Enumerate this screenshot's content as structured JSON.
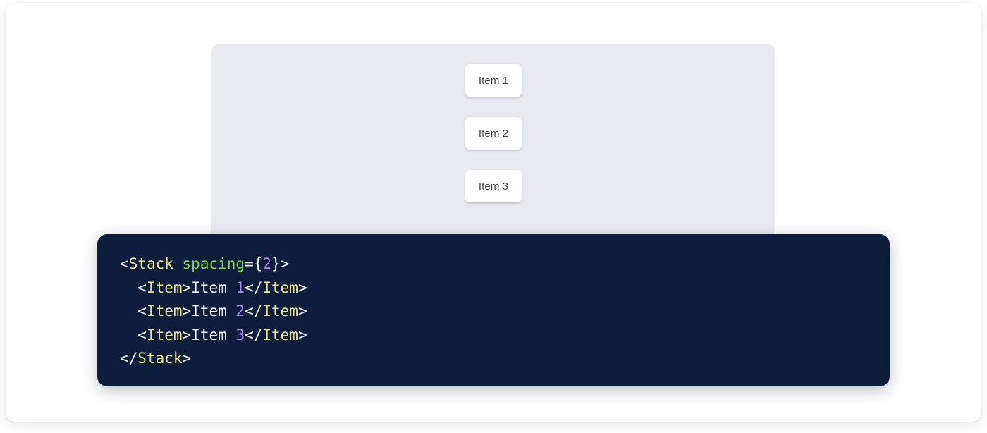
{
  "preview": {
    "panel_name": "stack-preview-panel",
    "background_color": "#e8eaf0",
    "items": [
      {
        "label": "Item 1"
      },
      {
        "label": "Item 2"
      },
      {
        "label": "Item 3"
      }
    ]
  },
  "code": {
    "language": "jsx",
    "background_color": "#0c1e3c",
    "colors": {
      "tag": "#e6e68c",
      "attribute": "#82d64a",
      "number": "#a98bec",
      "punctuation": "#f2f5fa",
      "text": "#f2f5fa"
    },
    "lines": [
      {
        "indent": "",
        "tokens": [
          {
            "type": "punct",
            "text": "<"
          },
          {
            "type": "tag",
            "text": "Stack"
          },
          {
            "type": "text",
            "text": " "
          },
          {
            "type": "attr",
            "text": "spacing"
          },
          {
            "type": "punct",
            "text": "={"
          },
          {
            "type": "num",
            "text": "2"
          },
          {
            "type": "punct",
            "text": "}>"
          }
        ]
      },
      {
        "indent": "  ",
        "tokens": [
          {
            "type": "punct",
            "text": "<"
          },
          {
            "type": "tag",
            "text": "Item"
          },
          {
            "type": "punct",
            "text": ">"
          },
          {
            "type": "text",
            "text": "Item "
          },
          {
            "type": "num",
            "text": "1"
          },
          {
            "type": "punct",
            "text": "</"
          },
          {
            "type": "tag",
            "text": "Item"
          },
          {
            "type": "punct",
            "text": ">"
          }
        ]
      },
      {
        "indent": "  ",
        "tokens": [
          {
            "type": "punct",
            "text": "<"
          },
          {
            "type": "tag",
            "text": "Item"
          },
          {
            "type": "punct",
            "text": ">"
          },
          {
            "type": "text",
            "text": "Item "
          },
          {
            "type": "num",
            "text": "2"
          },
          {
            "type": "punct",
            "text": "</"
          },
          {
            "type": "tag",
            "text": "Item"
          },
          {
            "type": "punct",
            "text": ">"
          }
        ]
      },
      {
        "indent": "  ",
        "tokens": [
          {
            "type": "punct",
            "text": "<"
          },
          {
            "type": "tag",
            "text": "Item"
          },
          {
            "type": "punct",
            "text": ">"
          },
          {
            "type": "text",
            "text": "Item "
          },
          {
            "type": "num",
            "text": "3"
          },
          {
            "type": "punct",
            "text": "</"
          },
          {
            "type": "tag",
            "text": "Item"
          },
          {
            "type": "punct",
            "text": ">"
          }
        ]
      },
      {
        "indent": "",
        "tokens": [
          {
            "type": "punct",
            "text": "</"
          },
          {
            "type": "tag",
            "text": "Stack"
          },
          {
            "type": "punct",
            "text": ">"
          }
        ]
      }
    ]
  }
}
